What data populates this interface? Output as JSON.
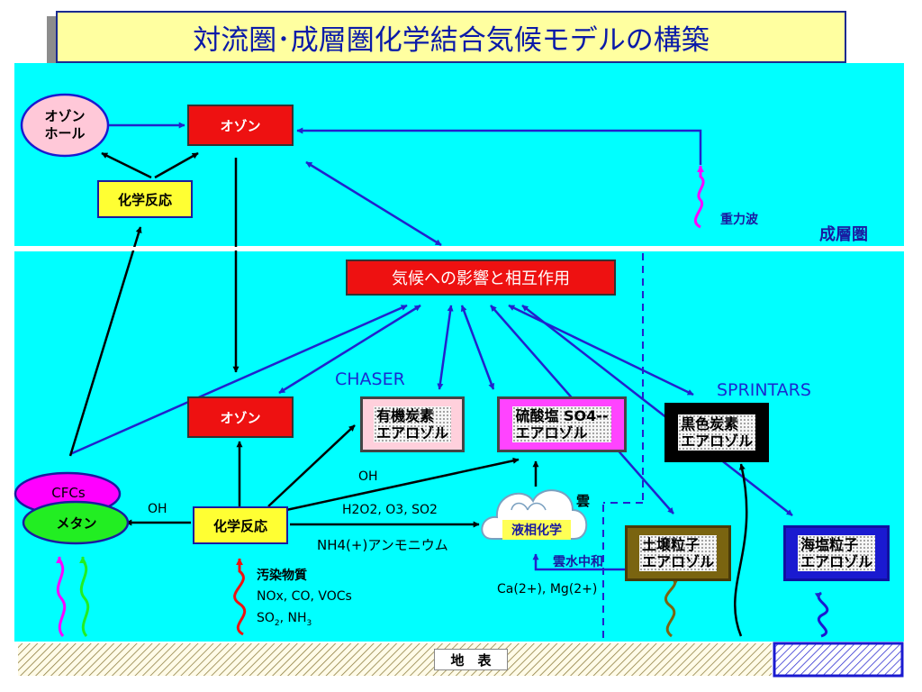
{
  "title": "対流圏･成層圏化学結合気候モデルの構築",
  "nodes": {
    "ozone_hole_line1": "オゾン",
    "ozone_hole_line2": "ホール",
    "ozone_strat": "オゾン",
    "chem_strat": "化学反応",
    "climate": "気候への影響と相互作用",
    "ozone_trop": "オゾン",
    "chem_trop": "化学反応",
    "cfcs": "CFCs",
    "methane": "メタン",
    "organic_line1": "有機炭素",
    "organic_line2": "エアロゾル",
    "sulfate_line1": "硫酸塩 SO4--",
    "sulfate_line2": "エアロゾル",
    "black_line1": "黒色炭素",
    "black_line2": "エアロゾル",
    "soil_line1": "土壌粒子",
    "soil_line2": "エアロゾル",
    "seasalt_line1": "海塩粒子",
    "seasalt_line2": "エアロゾル",
    "cloud_chem": "液相化学",
    "cloud": "雲"
  },
  "labels": {
    "stratosphere": "成層圏",
    "gravity_wave": "重力波",
    "chaser": "CHASER",
    "sprintars": "SPRINTARS",
    "oh_left": "OH",
    "oh_upper": "OH",
    "h2o2": "H2O2, O3, SO2",
    "nh4": "NH4(+)アンモニウム",
    "cloud_neutral": "雲水中和",
    "ca_mg": "Ca(2+), Mg(2+)",
    "pollutants_title": "汚染物質",
    "pollutants_line1": "NOx, CO, VOCs",
    "so2": "SO",
    "so2_sub": "2",
    "nh3": ", NH",
    "nh3_sub": "3",
    "surface": "地　表"
  },
  "colors": {
    "sky": "#00ffff",
    "arrow_blue": "#2222cc",
    "red_box": "#ee1111",
    "yellow_box": "#ffff33",
    "title_bg": "#ffffa0",
    "title_text": "#0a1aa8",
    "magenta": "#ff00ff",
    "green": "#22ee22",
    "olive": "#6b5a10"
  }
}
